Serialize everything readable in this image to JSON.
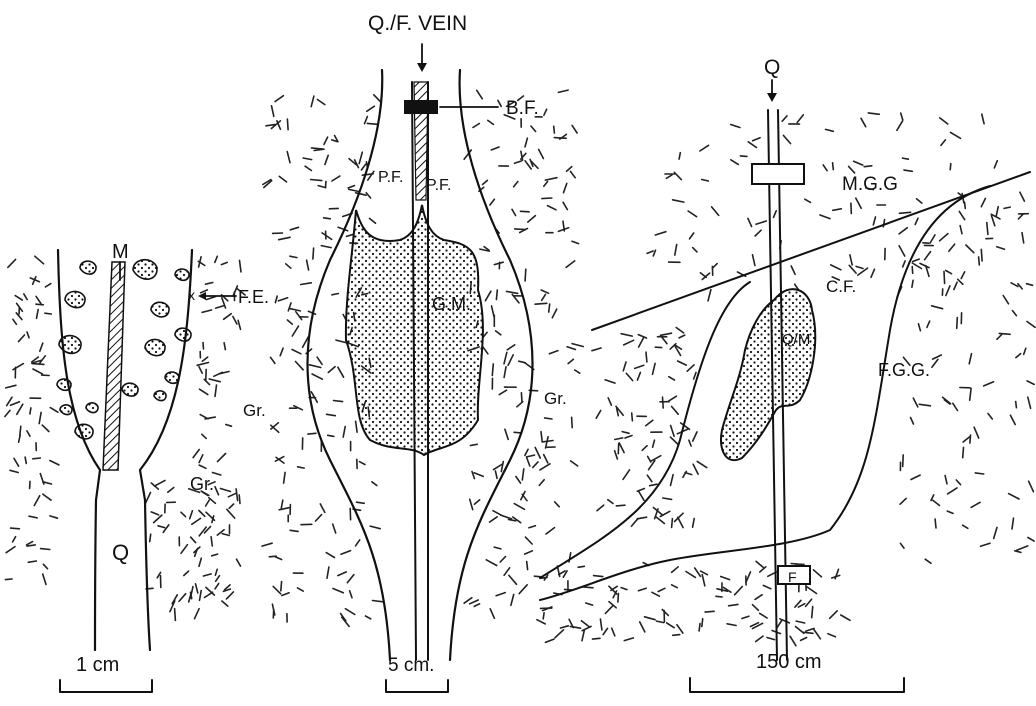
{
  "panel_a": {
    "label_m": "M",
    "label_fe": "F.E.",
    "label_gr": "Gr.",
    "label_q": "Q",
    "label_x": "x",
    "scale": "1 cm"
  },
  "panel_b": {
    "title": "Q./F. VEIN",
    "label_bf": "B.F.",
    "label_pf_left": "P.F.",
    "label_pf_right": "P.F.",
    "label_gm": "G.M.",
    "label_gr_left": "Gr.",
    "label_gr_right": "Gr.",
    "scale": "5 cm."
  },
  "panel_c": {
    "label_q": "Q",
    "label_mgg": "M.G.G",
    "label_cf": "C.F.",
    "label_qm": "Q/M",
    "label_fgg": "F.G.G.",
    "label_f": "F",
    "scale": "150 cm"
  },
  "colors": {
    "ink": "#111111",
    "paper": "#ffffff"
  }
}
